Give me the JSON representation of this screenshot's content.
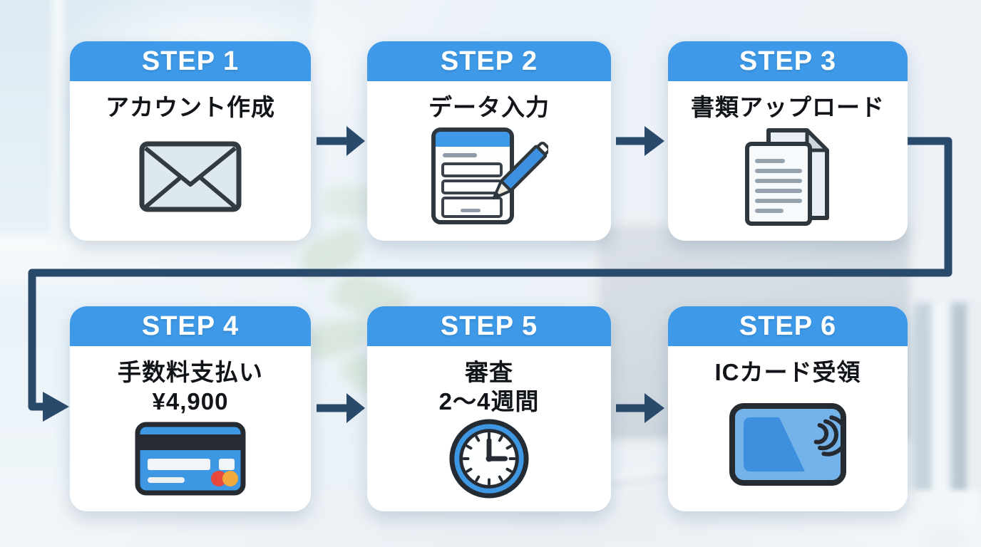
{
  "flow": {
    "steps": [
      {
        "step_label": "STEP 1",
        "title": "アカウント作成",
        "icon": "envelope-icon"
      },
      {
        "step_label": "STEP 2",
        "title": "データ入力",
        "icon": "form-pen-icon"
      },
      {
        "step_label": "STEP 3",
        "title": "書類アップロード",
        "icon": "documents-icon"
      },
      {
        "step_label": "STEP 4",
        "title": "手数料支払い",
        "subtitle": "¥4,900",
        "icon": "credit-card-icon"
      },
      {
        "step_label": "STEP 5",
        "title": "審査",
        "subtitle": "2〜4週間",
        "icon": "clock-icon"
      },
      {
        "step_label": "STEP 6",
        "title": "ICカード受領",
        "icon": "ic-card-icon"
      }
    ],
    "connections": [
      {
        "from": "STEP 1",
        "to": "STEP 2"
      },
      {
        "from": "STEP 2",
        "to": "STEP 3"
      },
      {
        "from": "STEP 3",
        "to": "STEP 4"
      },
      {
        "from": "STEP 4",
        "to": "STEP 5"
      },
      {
        "from": "STEP 5",
        "to": "STEP 6"
      }
    ]
  },
  "colors": {
    "step_header_blue": "#3E9AE8",
    "arrow_navy": "#2A4A6C",
    "card_background": "#FFFFFF",
    "header_text": "#FFFFFF",
    "title_text": "#111418",
    "icon_blue": "#3E97E3",
    "icon_outline": "#2A3138"
  }
}
